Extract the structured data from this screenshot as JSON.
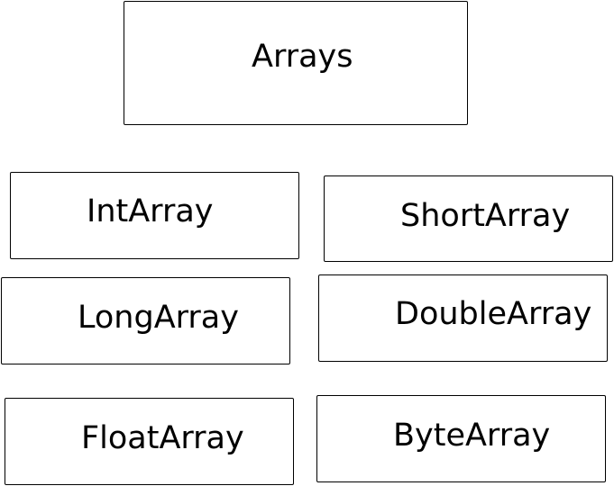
{
  "diagram": {
    "root": {
      "label": "Arrays"
    },
    "nodes": [
      {
        "label": "IntArray"
      },
      {
        "label": "ShortArray"
      },
      {
        "label": "LongArray"
      },
      {
        "label": "DoubleArray"
      },
      {
        "label": "FloatArray"
      },
      {
        "label": "ByteArray"
      }
    ],
    "stroke_color": "#000000",
    "background_color": "#ffffff"
  }
}
